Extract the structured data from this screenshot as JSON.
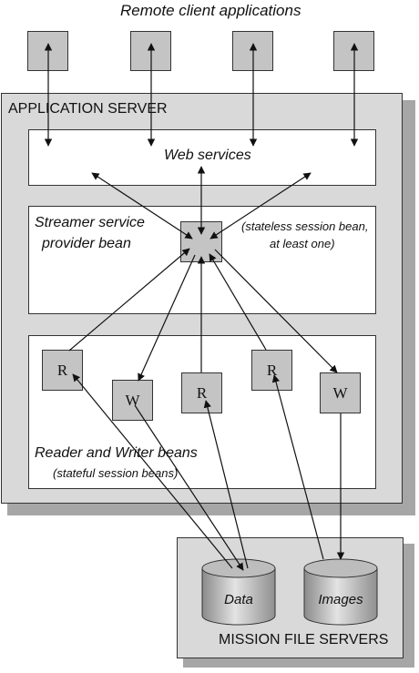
{
  "top_label": "Remote client applications",
  "app_server": {
    "title": "APPLICATION SERVER",
    "web_services": "Web services",
    "streamer_line1": "Streamer service",
    "streamer_line2": "provider bean",
    "stateless_line1": "(stateless session bean,",
    "stateless_line2": "at least one)",
    "beans": [
      "R",
      "W",
      "R",
      "R",
      "W"
    ],
    "beans_caption": "Reader and Writer beans",
    "beans_subcaption": "(stateful session beans)"
  },
  "file_servers": {
    "title": "MISSION FILE SERVERS",
    "disks": [
      "Data",
      "Images"
    ]
  },
  "colors": {
    "shadow": "#a6a6a6",
    "box_fill": "#c4c4c4",
    "server_fill": "#d9d9d9",
    "cylinder_mid": "#d0d0d0"
  }
}
